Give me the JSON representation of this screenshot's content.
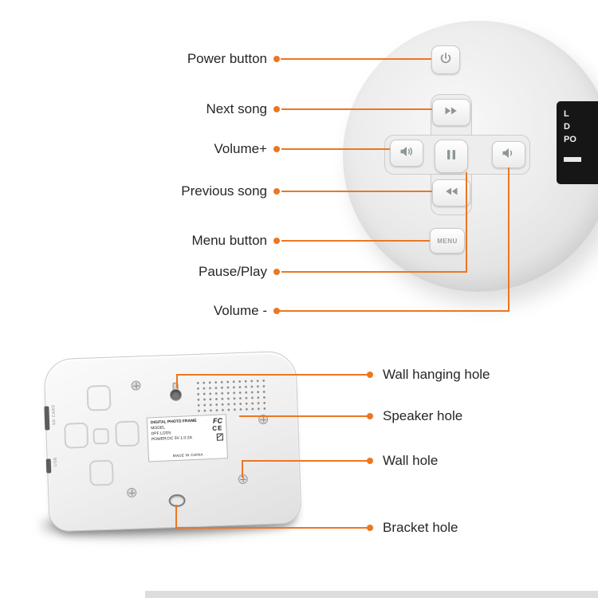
{
  "accent_color": "#ED7621",
  "top_labels": [
    {
      "text": "Power button"
    },
    {
      "text": "Next song"
    },
    {
      "text": "Volume+"
    },
    {
      "text": "Previous song"
    },
    {
      "text": "Menu button"
    },
    {
      "text": "Pause/Play"
    },
    {
      "text": "Volume -"
    }
  ],
  "bottom_labels": [
    {
      "text": "Wall hanging hole"
    },
    {
      "text": "Speaker hole"
    },
    {
      "text": "Wall hole"
    },
    {
      "text": "Bracket hole"
    }
  ],
  "buttons": {
    "menu_label": "MENU"
  },
  "icons": [
    "power-icon",
    "fast-forward-icon",
    "rewind-icon",
    "pause-icon",
    "speaker-loud-icon",
    "speaker-quiet-icon"
  ],
  "spec_label_lines": [
    "L",
    "D",
    "PO"
  ],
  "sticker": {
    "title": "DIGITAL PHOTO FRAME",
    "model_label": "MODEL",
    "model_value": "DPF LODS",
    "power": "POWER:DC  5V  1.0-2A",
    "origin": "MADE IN CHINA",
    "fcc_mark": "FC",
    "ce_mark": "CE"
  },
  "ports": [
    {
      "label": "SD CARD"
    },
    {
      "label": "USB"
    }
  ]
}
